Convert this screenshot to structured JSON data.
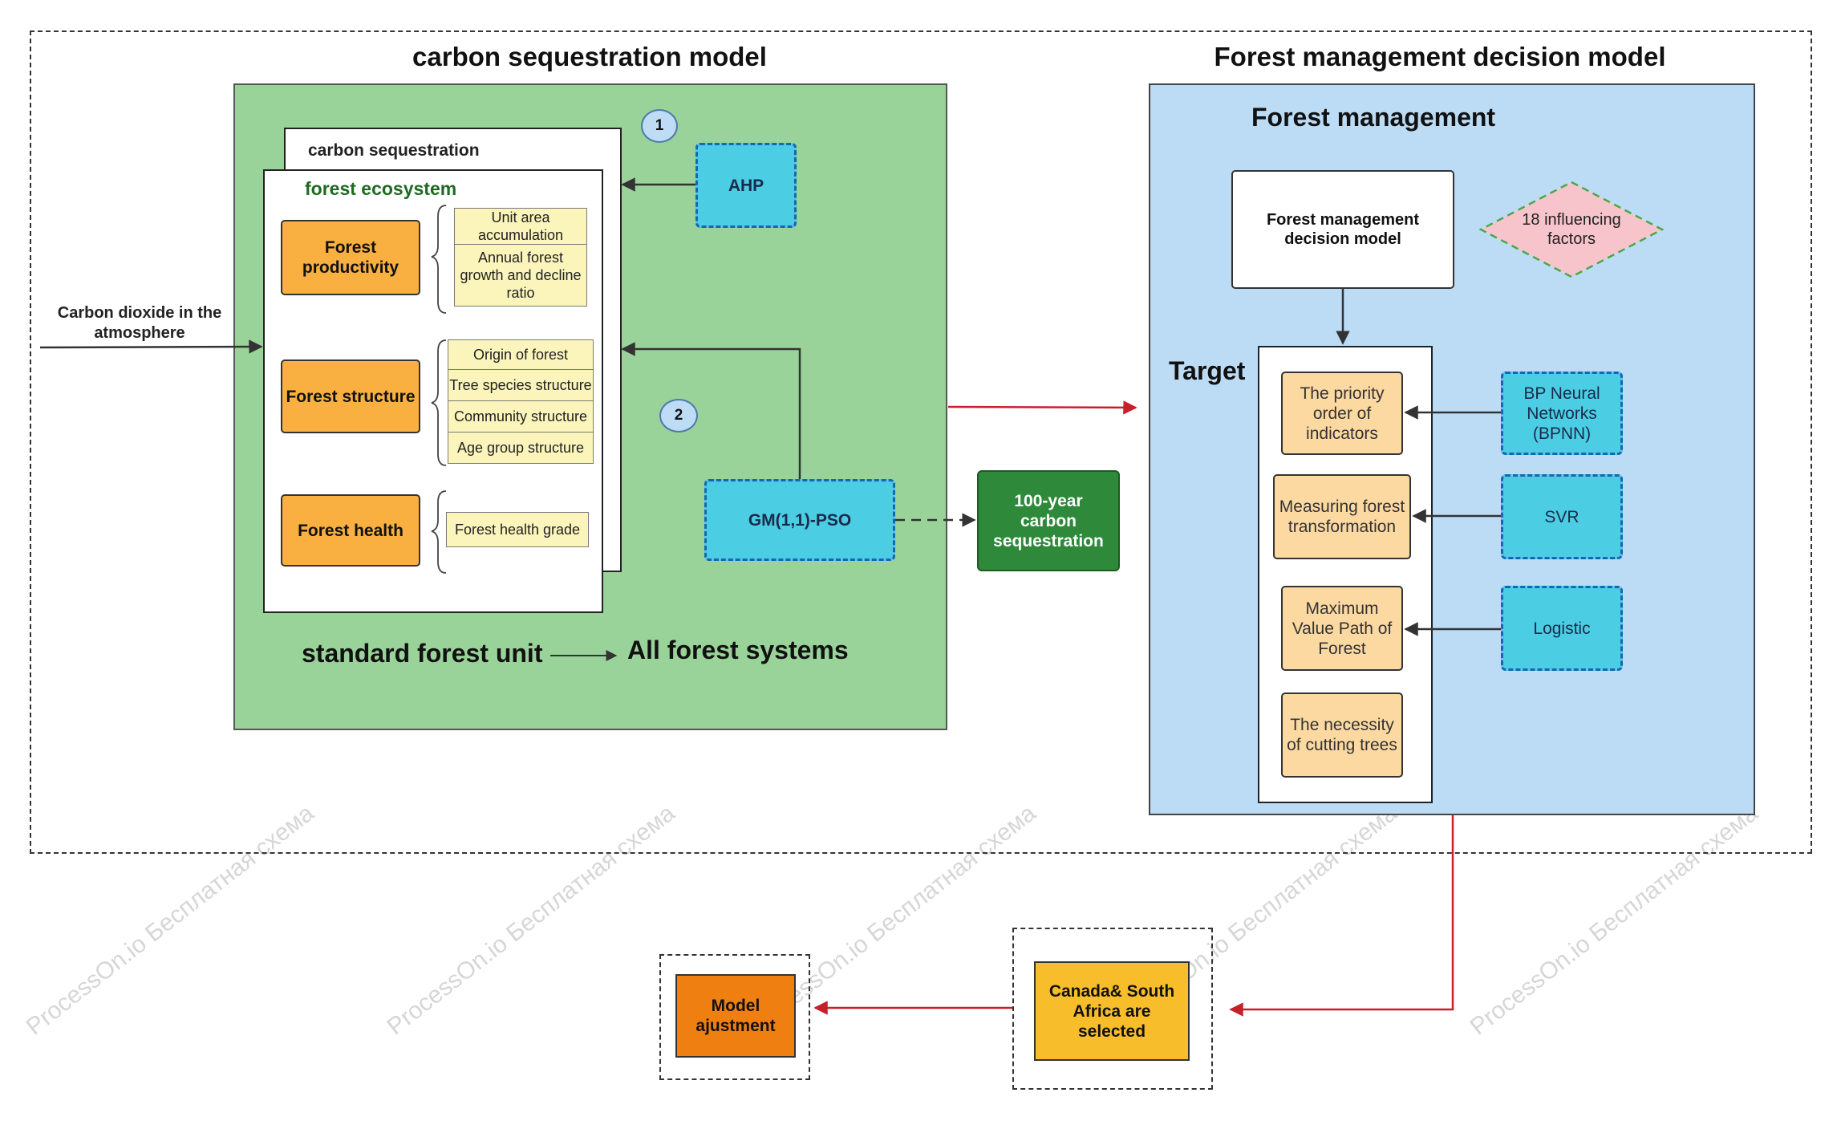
{
  "watermark": "ProcessOn.io Бесплатная схема",
  "sections": {
    "carbon_title": "carbon sequestration model",
    "forest_title": "Forest management decision model"
  },
  "carbon_panel": {
    "back_card": "carbon sequestration",
    "front_card": "forest ecosystem",
    "badge_1": "1",
    "badge_2": "2",
    "ahp": "AHP",
    "gm_pso": "GM(1,1)-PSO",
    "result": "100-year carbon sequestration",
    "standard_unit": "standard forest unit",
    "all_systems": "All forest systems",
    "co2_label": "Carbon dioxide in the atmosphere",
    "groups": [
      {
        "name": "Forest productivity",
        "items": [
          "Unit area accumulation",
          "Annual forest growth and decline ratio"
        ]
      },
      {
        "name": "Forest structure",
        "items": [
          "Origin of forest",
          "Tree species structure",
          "Community structure",
          "Age group structure"
        ]
      },
      {
        "name": "Forest health",
        "items": [
          "Forest health grade"
        ]
      }
    ]
  },
  "forest_panel": {
    "heading": "Forest management",
    "decision_box": "Forest management decision model",
    "factors": "18 influencing factors",
    "target": "Target",
    "targets": [
      "The priority order of indicators",
      "Measuring forest transformation",
      "Maximum Value Path of Forest",
      "The necessity of cutting trees"
    ],
    "methods": [
      "BP Neural Networks (BPNN)",
      "SVR",
      "Logistic"
    ]
  },
  "bottom": {
    "selected": "Canada& South Africa are selected",
    "adjust": "Model ajustment"
  },
  "colors": {
    "green_panel": "#9ad39a",
    "blue_panel": "#bcdcf6",
    "orange": "#f9b040",
    "cyan": "#4bcde4",
    "dark_green": "#2e8a3a",
    "red_arrow": "#c8202a"
  }
}
